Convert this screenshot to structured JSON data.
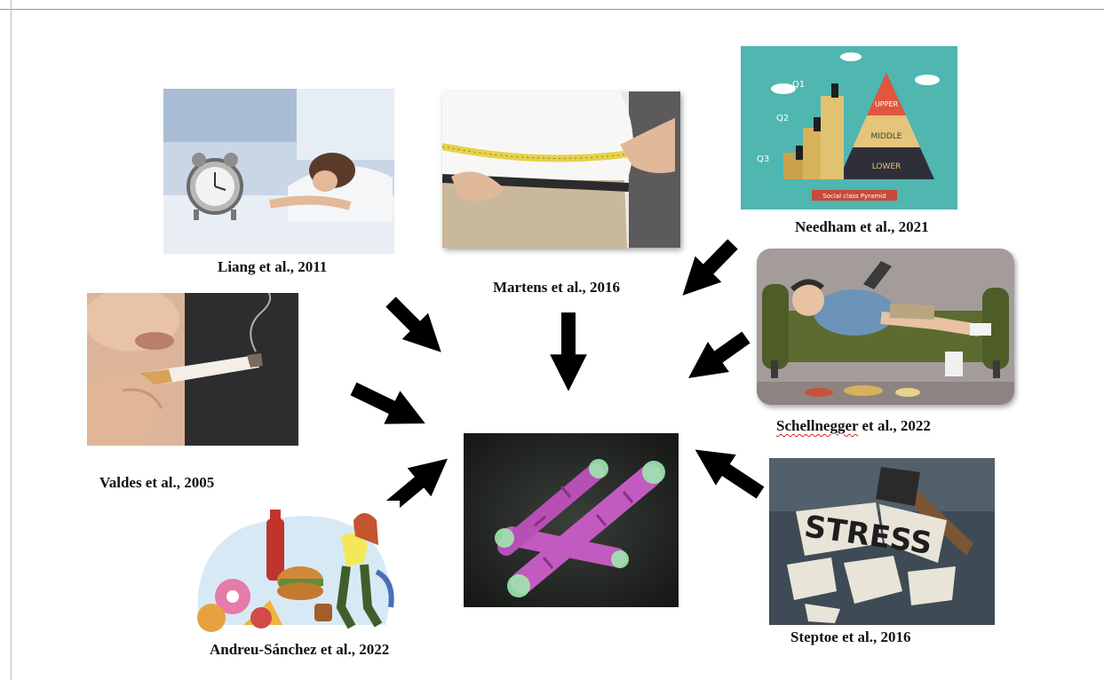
{
  "captions": {
    "liang": "Liang et al., 2011",
    "martens": "Martens et al., 2016",
    "needham": "Needham et al., 2021",
    "schellnegger_name": "Schellnegger",
    "schellnegger_rest": " et al., 2022",
    "valdes": "Valdes et al., 2005",
    "andreu": "Andreu-Sánchez et al., 2022",
    "steptoe": "Steptoe et al., 2016"
  },
  "panels": {
    "needham": {
      "tiers": [
        "Q1",
        "Q2",
        "Q3"
      ],
      "levels": [
        "UPPER",
        "MIDDLE",
        "LOWER"
      ],
      "banner": "Social class Pyramid"
    },
    "steptoe": {
      "word": "STRESS"
    }
  },
  "colors": {
    "arrow": "#000000",
    "chromosome": "#c25bbf",
    "telomere": "#9fe7b0",
    "pyramid_bg": "#4fb6b0",
    "couch": "#5c6b2f"
  }
}
